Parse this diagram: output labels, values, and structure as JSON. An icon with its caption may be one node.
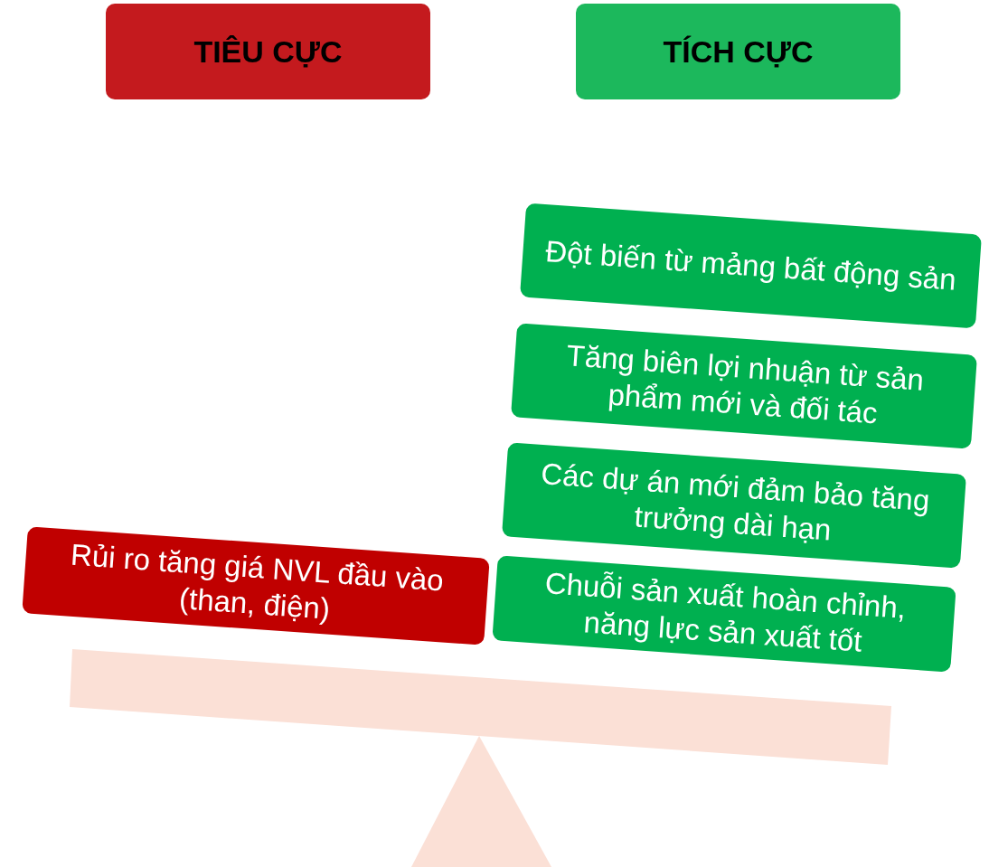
{
  "diagram": {
    "nodes": [
      {
        "text": [
          "TIÊU CỰC"
        ]
      },
      {
        "text": [
          "TÍCH CỰC"
        ]
      },
      {
        "text": [
          "Đột biến từ mảng bất động sản"
        ]
      },
      {
        "text": [
          "Tăng biên lợi nhuận từ sản phẩm mới và đối tác"
        ]
      },
      {
        "text": [
          "Các dự án mới đảm bảo tăng trưởng dài hạn"
        ]
      },
      {
        "text": [
          "Rủi ro tăng giá NVL đầu vào (than, điện)"
        ]
      },
      {
        "text": [
          "Chuỗi sản xuất hoàn chỉnh, năng lực sản xuất tốt"
        ]
      }
    ]
  }
}
